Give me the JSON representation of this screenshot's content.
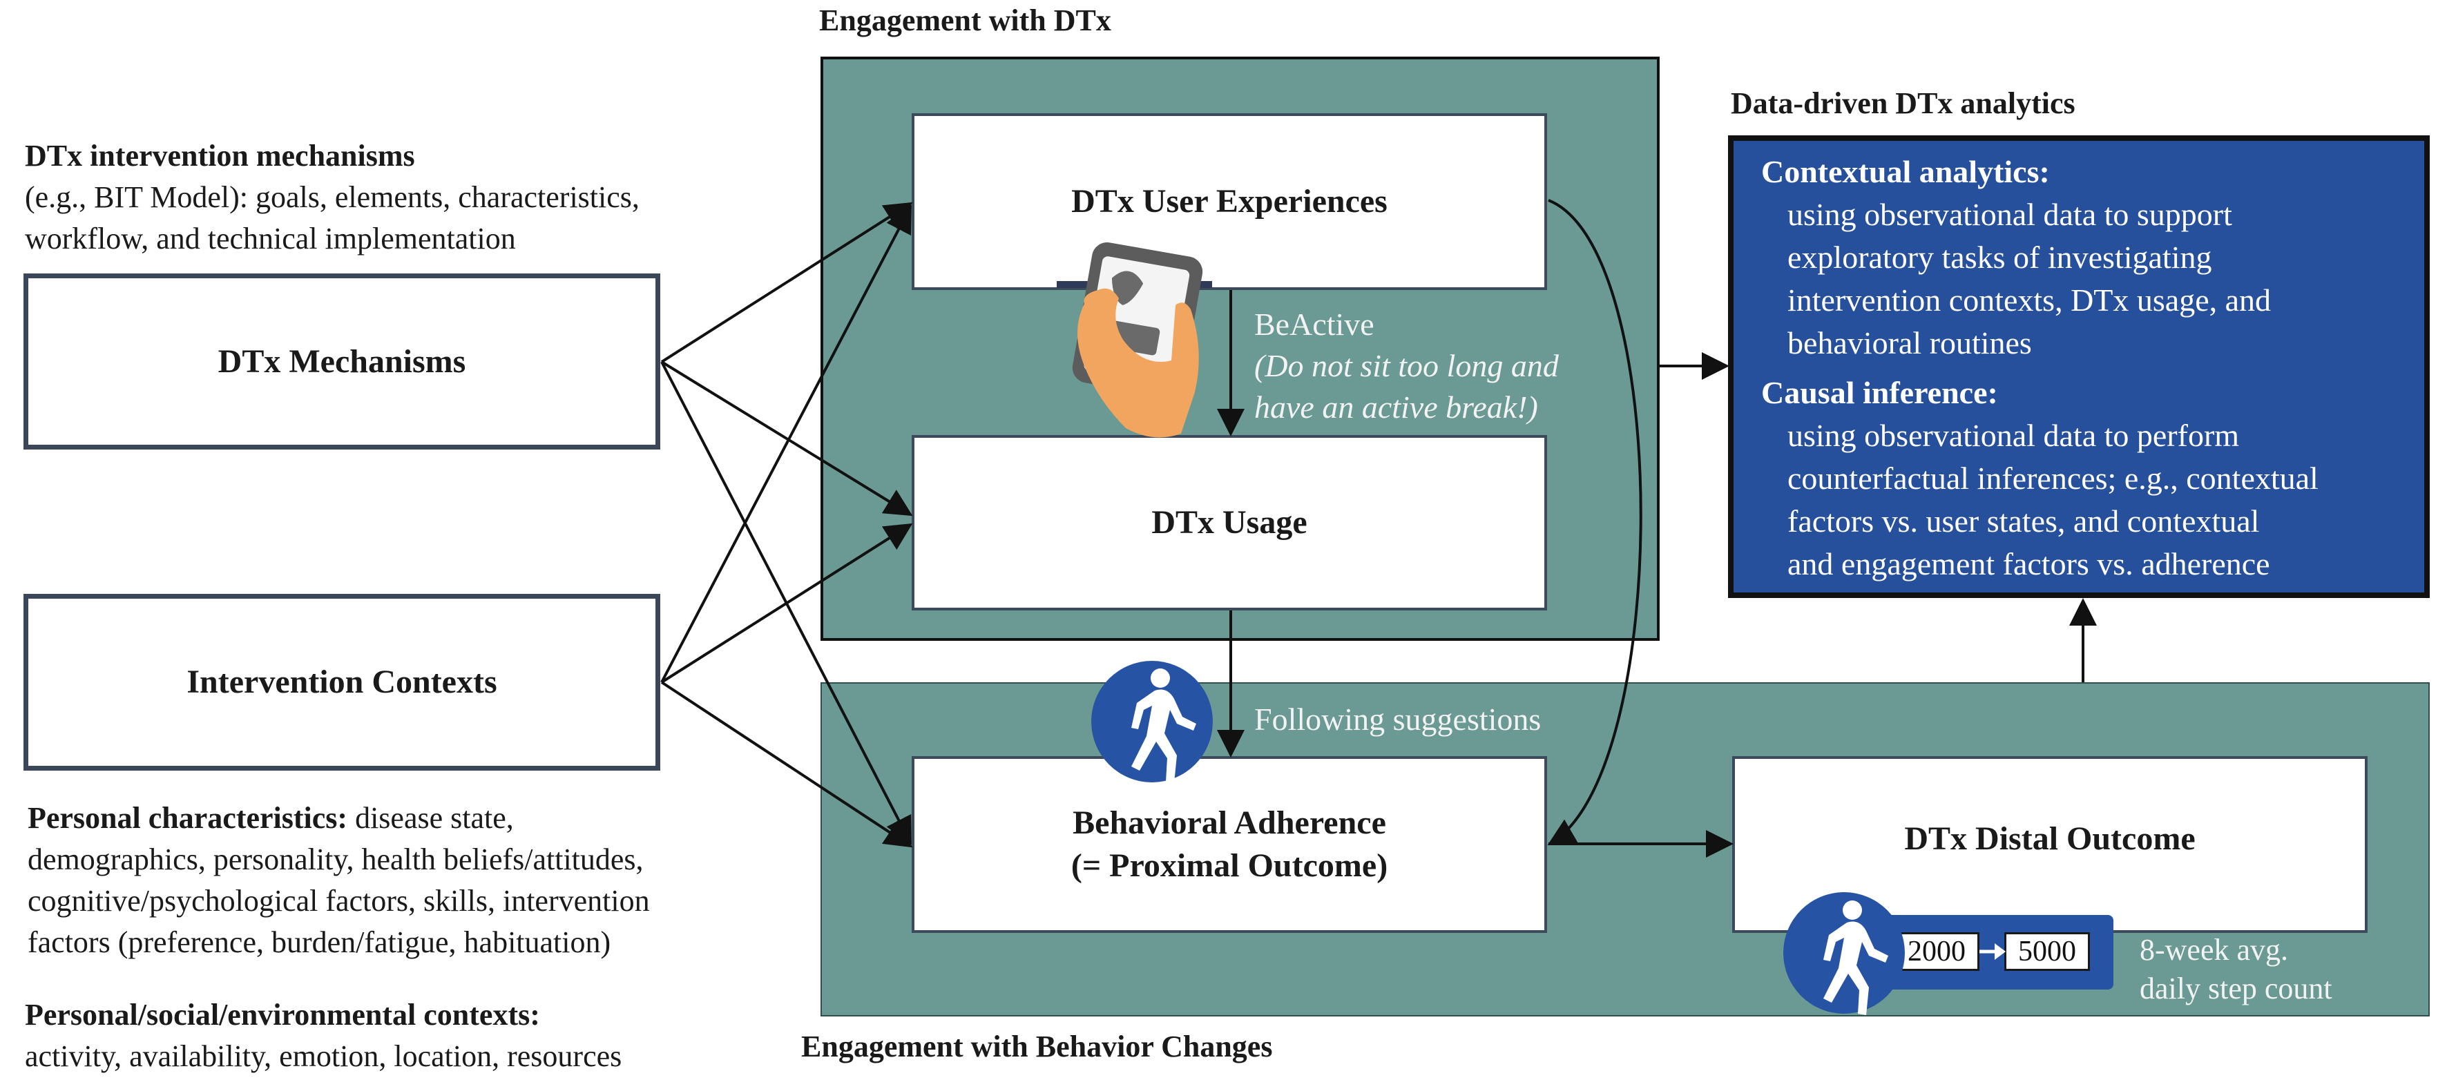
{
  "titles": {
    "engagement_dtx": "Engagement with DTx",
    "engagement_behavior": "Engagement with Behavior Changes",
    "analytics_title": "Data-driven DTx analytics"
  },
  "mechanisms_note": {
    "heading": "DTx intervention mechanisms",
    "line1": "(e.g., BIT Model): goals, elements, characteristics,",
    "line2": "workflow, and technical implementation"
  },
  "boxes": {
    "mechanisms": "DTx Mechanisms",
    "contexts": "Intervention Contexts",
    "user_experiences": "DTx User Experiences",
    "usage": "DTx Usage",
    "adherence_line1": "Behavioral Adherence",
    "adherence_line2": "(= Proximal Outcome)",
    "distal": "DTx Distal Outcome"
  },
  "notification": {
    "name": "BeActive",
    "line1": "(Do not sit too long and",
    "line2": "have an active break!)"
  },
  "following": "Following suggestions",
  "steps": {
    "from": "2000",
    "to": "5000",
    "caption_line1": "8-week avg.",
    "caption_line2": "daily step count"
  },
  "analytics": {
    "contextual_heading": "Contextual analytics:",
    "contextual_lines": [
      "using observational data to support",
      "exploratory tasks of investigating",
      "intervention contexts, DTx usage, and",
      "behavioral routines"
    ],
    "causal_heading": "Causal inference:",
    "causal_lines": [
      "using observational data to perform",
      "counterfactual inferences; e.g., contextual",
      "factors vs. user states, and contextual",
      "and engagement factors vs. adherence"
    ]
  },
  "personal": {
    "heading": "Personal characteristics:",
    "line1_rest": " disease state,",
    "line2": "demographics, personality, health beliefs/attitudes,",
    "line3": "cognitive/psychological factors, skills, intervention",
    "line4": "factors (preference, burden/fatigue, habituation)"
  },
  "contexts_note": {
    "heading": "Personal/social/environmental contexts:",
    "line1": "activity, availability, emotion, location, resources"
  },
  "icons": [
    "phone-hand-icon",
    "walking-person-icon",
    "walking-person-icon"
  ],
  "colors": {
    "teal_panel": "#6a9a93",
    "analytics_blue": "#264f9c",
    "icon_blue": "#2653a3",
    "box_border": "#3d4a5c",
    "phone_skin": "#f2a55f"
  }
}
